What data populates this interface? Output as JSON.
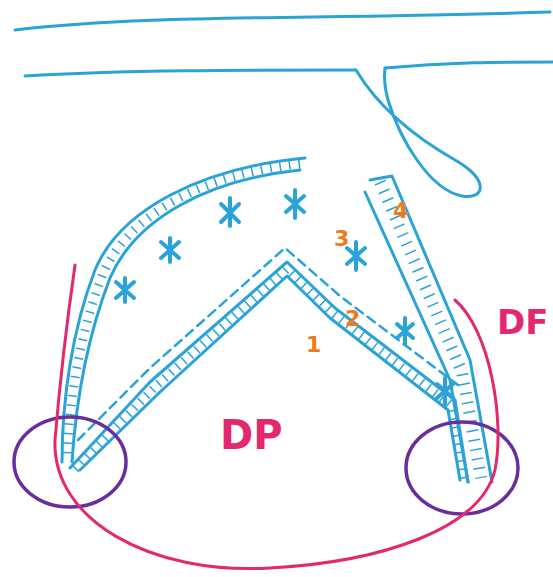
{
  "diagram": {
    "nodes": [
      {
        "text": [
          "DF",
          "DP"
        ]
      }
    ],
    "labels": [
      "4",
      "3",
      "2",
      "1"
    ]
  }
}
